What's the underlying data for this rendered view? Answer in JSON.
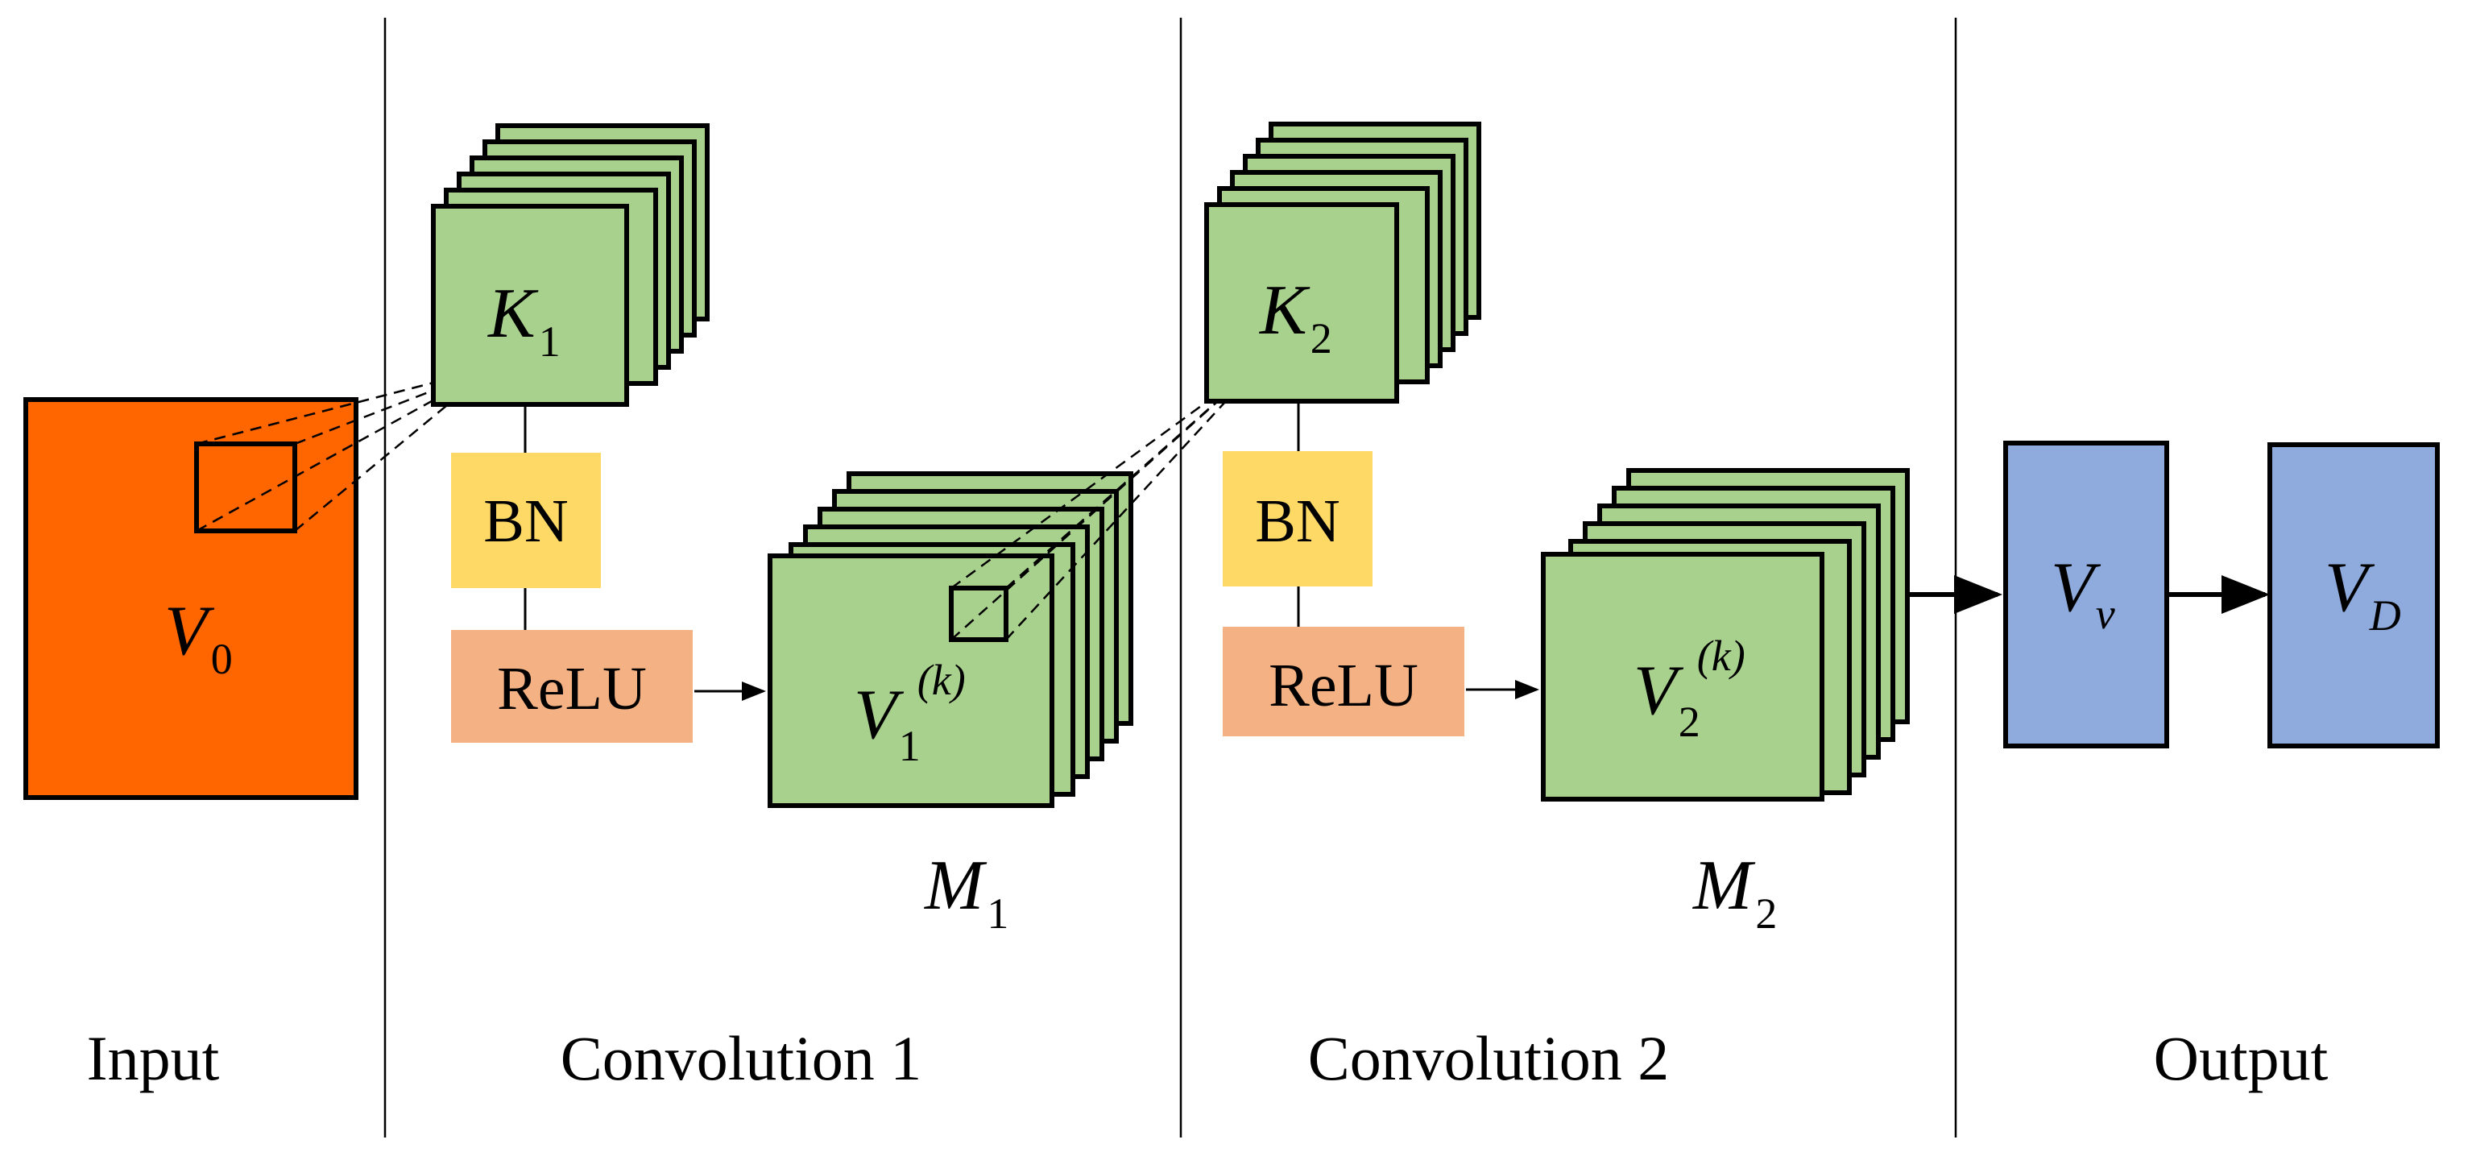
{
  "colors": {
    "input_fill": "#FF6600",
    "kernel_fill": "#A9D18E",
    "bn_fill": "#FFD966",
    "relu_fill": "#F4B183",
    "output_fill": "#8FAADC",
    "stroke": "#000000"
  },
  "sections": {
    "input": "Input",
    "conv1": "Convolution 1",
    "conv2": "Convolution 2",
    "output": "Output"
  },
  "input_map": {
    "base": "V",
    "sub": "0"
  },
  "conv1": {
    "kernel": {
      "base": "K",
      "sub": "1"
    },
    "bn_label": "BN",
    "relu_label": "ReLU",
    "feature": {
      "base": "V",
      "sub": "1",
      "sup": "(k)"
    },
    "count": {
      "base": "M",
      "sub": "1"
    }
  },
  "conv2": {
    "kernel": {
      "base": "K",
      "sub": "2"
    },
    "bn_label": "BN",
    "relu_label": "ReLU",
    "feature": {
      "base": "V",
      "sub": "2",
      "sup": "(k)"
    },
    "count": {
      "base": "M",
      "sub": "2"
    }
  },
  "outputs": {
    "vector": {
      "base": "V",
      "sub": "v"
    },
    "decision": {
      "base": "V",
      "sub": "D"
    }
  }
}
